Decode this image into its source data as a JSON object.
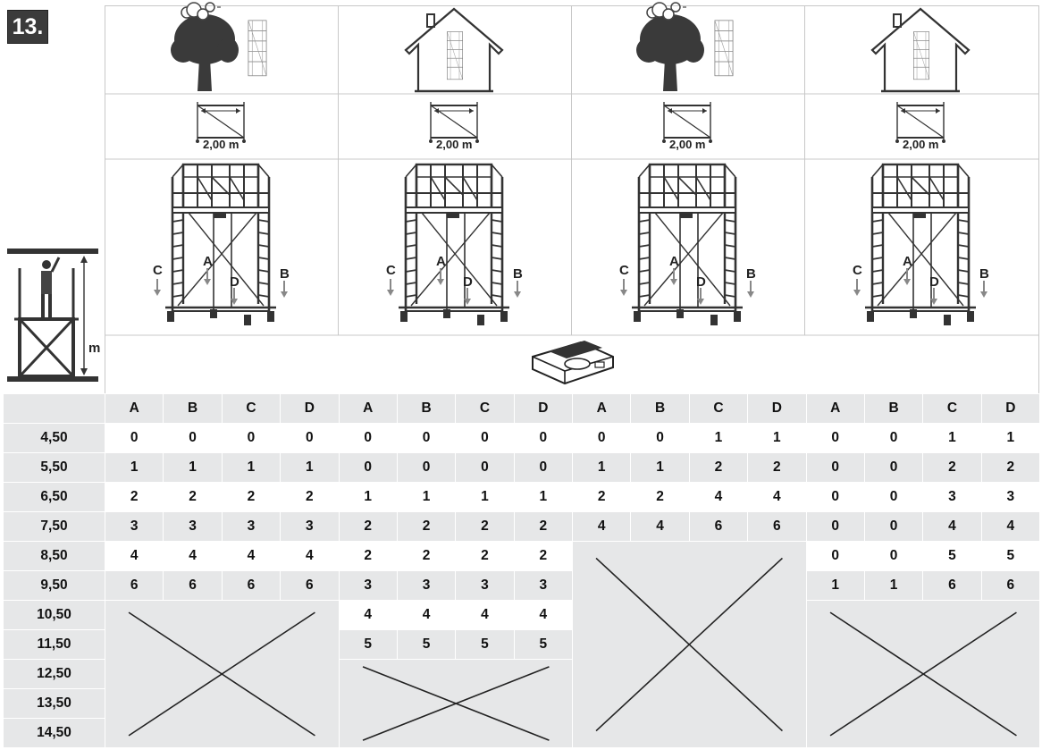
{
  "step": {
    "number": "13."
  },
  "setups": [
    {
      "environment": "outdoor",
      "icon": "tree-icon",
      "length_label": "2,00 m"
    },
    {
      "environment": "indoor",
      "icon": "house-icon",
      "length_label": "2,00 m"
    },
    {
      "environment": "outdoor",
      "icon": "tree-icon",
      "length_label": "2,00 m"
    },
    {
      "environment": "indoor",
      "icon": "house-icon",
      "length_label": "2,00 m"
    }
  ],
  "points": [
    "A",
    "B",
    "C",
    "D"
  ],
  "height_unit": "m",
  "table": {
    "columns": [
      "A",
      "B",
      "C",
      "D"
    ],
    "heights": [
      "4,50",
      "5,50",
      "6,50",
      "7,50",
      "8,50",
      "9,50",
      "10,50",
      "11,50",
      "12,50",
      "13,50",
      "14,50"
    ],
    "groups": [
      [
        [
          "0",
          "0",
          "0",
          "0"
        ],
        [
          "1",
          "1",
          "1",
          "1"
        ],
        [
          "2",
          "2",
          "2",
          "2"
        ],
        [
          "3",
          "3",
          "3",
          "3"
        ],
        [
          "4",
          "4",
          "4",
          "4"
        ],
        [
          "6",
          "6",
          "6",
          "6"
        ]
      ],
      [
        [
          "0",
          "0",
          "0",
          "0"
        ],
        [
          "0",
          "0",
          "0",
          "0"
        ],
        [
          "1",
          "1",
          "1",
          "1"
        ],
        [
          "2",
          "2",
          "2",
          "2"
        ],
        [
          "2",
          "2",
          "2",
          "2"
        ],
        [
          "3",
          "3",
          "3",
          "3"
        ],
        [
          "4",
          "4",
          "4",
          "4"
        ],
        [
          "5",
          "5",
          "5",
          "5"
        ]
      ],
      [
        [
          "0",
          "0",
          "1",
          "1"
        ],
        [
          "1",
          "1",
          "2",
          "2"
        ],
        [
          "2",
          "2",
          "4",
          "4"
        ],
        [
          "4",
          "4",
          "6",
          "6"
        ]
      ],
      [
        [
          "0",
          "0",
          "1",
          "1"
        ],
        [
          "0",
          "0",
          "2",
          "2"
        ],
        [
          "0",
          "0",
          "3",
          "3"
        ],
        [
          "0",
          "0",
          "4",
          "4"
        ],
        [
          "0",
          "0",
          "5",
          "5"
        ],
        [
          "1",
          "1",
          "6",
          "6"
        ]
      ]
    ]
  }
}
